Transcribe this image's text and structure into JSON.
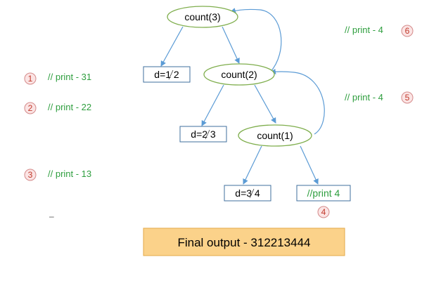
{
  "nodes": {
    "count3": "count(3)",
    "count2": "count(2)",
    "count1": "count(1)"
  },
  "boxes": {
    "d1": "d=1 2",
    "d2": "d=2 3",
    "d3": "d=3 4",
    "print4": "//print 4"
  },
  "annotations": {
    "step1": {
      "num": "1",
      "text": "// print - 31"
    },
    "step2": {
      "num": "2",
      "text": "// print - 22"
    },
    "step3": {
      "num": "3",
      "text": "// print - 13"
    },
    "step4": {
      "num": "4"
    },
    "step5": {
      "num": "5",
      "text": "// print - 4"
    },
    "step6": {
      "num": "6",
      "text": "// print - 4"
    }
  },
  "stray_mark": "–",
  "final_output": "Final output - 312213444",
  "colors": {
    "node_stroke": "#7fae4d",
    "box_stroke": "#3f6f9e",
    "arrow": "#5b9bd5",
    "green_text": "#2e9e3e",
    "step_fill": "#fbe4e4",
    "step_stroke": "#d48a8a",
    "step_text": "#c0392b",
    "final_fill": "#fbd28a",
    "final_stroke": "#e3a94a"
  }
}
